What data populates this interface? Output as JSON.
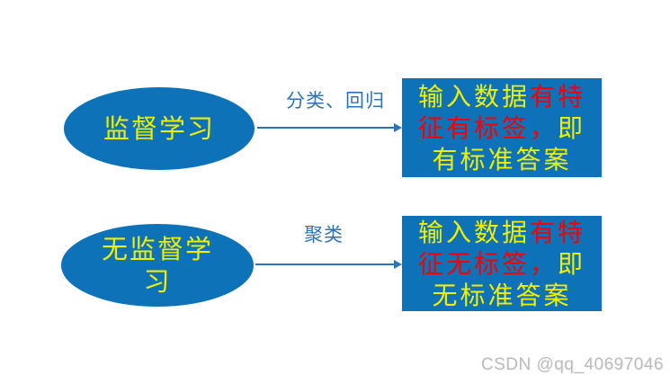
{
  "colors": {
    "node_blue": "#0e72b8",
    "text_yellow": "#efef00",
    "text_red": "#f70000",
    "arrow_blue": "#2e74b5",
    "watermark_gray": "#bdbdbd"
  },
  "ellipses": {
    "supervised": {
      "label": "监督学习"
    },
    "unsupervised": {
      "label": "无监督学习"
    }
  },
  "arrows": {
    "supervised": {
      "label": "分类、回归"
    },
    "unsupervised": {
      "label": "聚类"
    }
  },
  "boxes": {
    "supervised": {
      "lines": [
        [
          {
            "t": "输入数据",
            "c": "yellow"
          },
          {
            "t": "有特",
            "c": "red"
          }
        ],
        [
          {
            "t": "征有标签，",
            "c": "red"
          },
          {
            "t": "即",
            "c": "yellow"
          }
        ],
        [
          {
            "t": "有标准答案",
            "c": "yellow"
          }
        ]
      ]
    },
    "unsupervised": {
      "lines": [
        [
          {
            "t": "输入数据",
            "c": "yellow"
          },
          {
            "t": "有特",
            "c": "red"
          }
        ],
        [
          {
            "t": "征无标签，",
            "c": "red"
          },
          {
            "t": "即",
            "c": "yellow"
          }
        ],
        [
          {
            "t": "无标准答案",
            "c": "yellow"
          }
        ]
      ]
    }
  },
  "watermark": {
    "text": "CSDN @qq_40697046"
  }
}
